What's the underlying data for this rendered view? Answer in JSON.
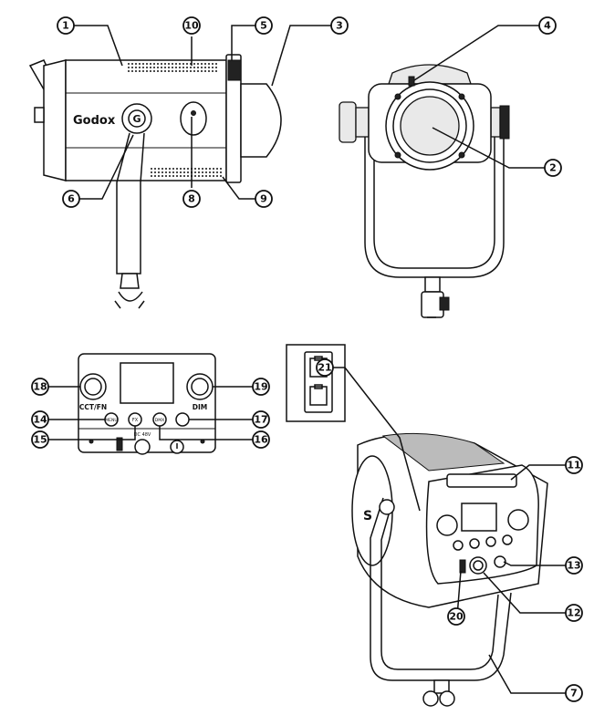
{
  "callouts": [
    "1",
    "2",
    "3",
    "4",
    "5",
    "6",
    "7",
    "8",
    "9",
    "10",
    "11",
    "12",
    "13",
    "14",
    "15",
    "16",
    "17",
    "18",
    "19",
    "20",
    "21"
  ],
  "device_text": {
    "brand": "Godox",
    "knob_left_label": "CCT/FN",
    "knob_right_label": "DIM",
    "button_1": "MENU",
    "button_2": "FX",
    "button_3": "DMX",
    "button_4": "",
    "power_label": "DC 48V",
    "model_fragment": "S"
  }
}
